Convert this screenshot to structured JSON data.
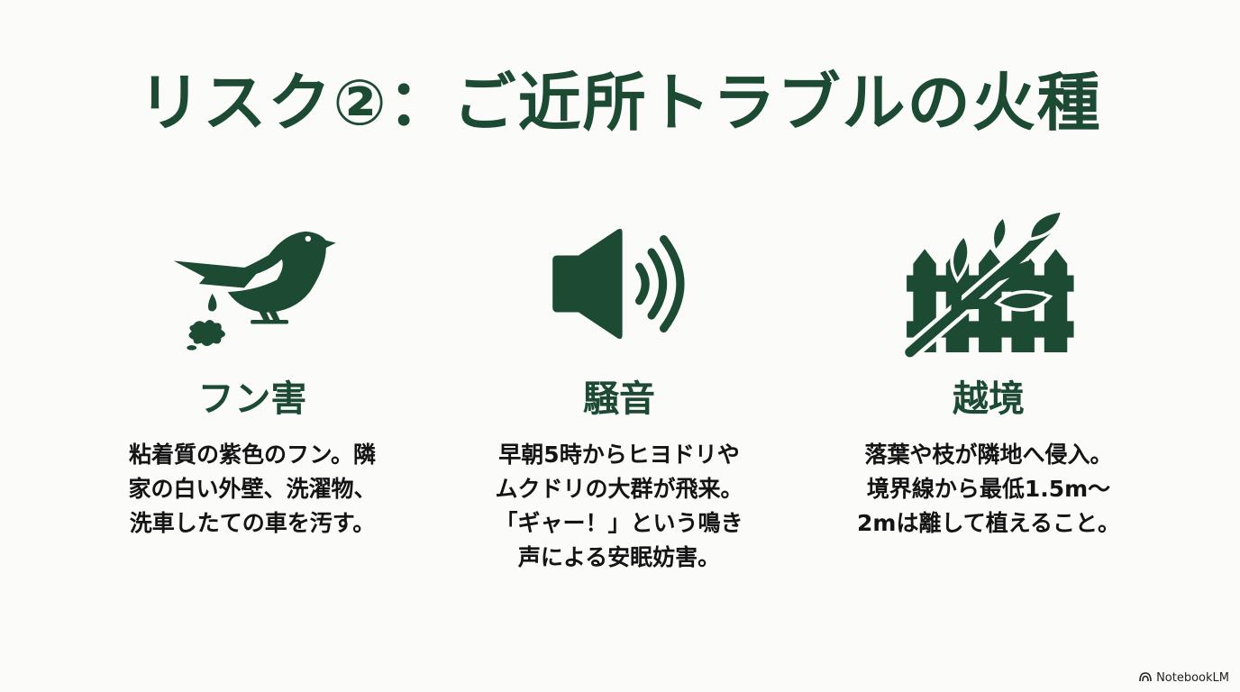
{
  "slide": {
    "title": "リスク②：ご近所トラブルの火種",
    "accent_color": "#1c4a32",
    "columns": [
      {
        "icon": "bird-droppings-icon",
        "heading": "フン害",
        "description": "粘着質の紫色のフン。隣\n家の白い外壁、洗濯物、\n洗車したての車を汚す。"
      },
      {
        "icon": "speaker-sound-icon",
        "heading": "騒音",
        "description": "早朝5時からヒヨドリや\nムクドリの大群が飛来。\n「ギャー！」という鳴き\n声による安眠妨害。"
      },
      {
        "icon": "fence-branch-icon",
        "heading": "越境",
        "description": "落葉や枝が隣地へ侵入。\n境界線から最低1.5m〜\n2mは離して植えること。"
      }
    ]
  },
  "brand": {
    "icon": "notebooklm-logo-icon",
    "label": "NotebookLM"
  }
}
